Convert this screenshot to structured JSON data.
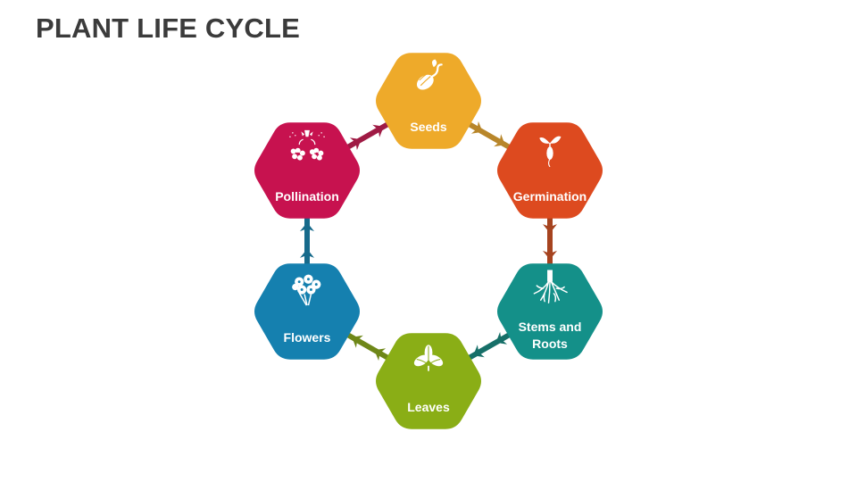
{
  "title": "PLANT LIFE CYCLE",
  "stages": [
    {
      "id": "seeds",
      "lines": [
        "Seeds"
      ],
      "color": "#EEAA2A",
      "icon": "seed-icon"
    },
    {
      "id": "germination",
      "lines": [
        "Germination"
      ],
      "color": "#DD4A1F",
      "icon": "sprout-icon"
    },
    {
      "id": "stems-roots",
      "lines": [
        "Stems and",
        "Roots"
      ],
      "color": "#149089",
      "icon": "roots-icon"
    },
    {
      "id": "leaves",
      "lines": [
        "Leaves"
      ],
      "color": "#8AAE16",
      "icon": "leaves-icon"
    },
    {
      "id": "flowers",
      "lines": [
        "Flowers"
      ],
      "color": "#1580AF",
      "icon": "flowers-icon"
    },
    {
      "id": "pollination",
      "lines": [
        "Pollination"
      ],
      "color": "#C7124F",
      "icon": "pollination-icon"
    }
  ],
  "connectors": [
    {
      "from": "seeds",
      "to": "germination",
      "color": "#B8862A"
    },
    {
      "from": "germination",
      "to": "stems-roots",
      "color": "#A6431F"
    },
    {
      "from": "stems-roots",
      "to": "leaves",
      "color": "#166F68"
    },
    {
      "from": "leaves",
      "to": "flowers",
      "color": "#6E8718"
    },
    {
      "from": "flowers",
      "to": "pollination",
      "color": "#166A8B"
    },
    {
      "from": "pollination",
      "to": "seeds",
      "color": "#9F1A44"
    }
  ]
}
